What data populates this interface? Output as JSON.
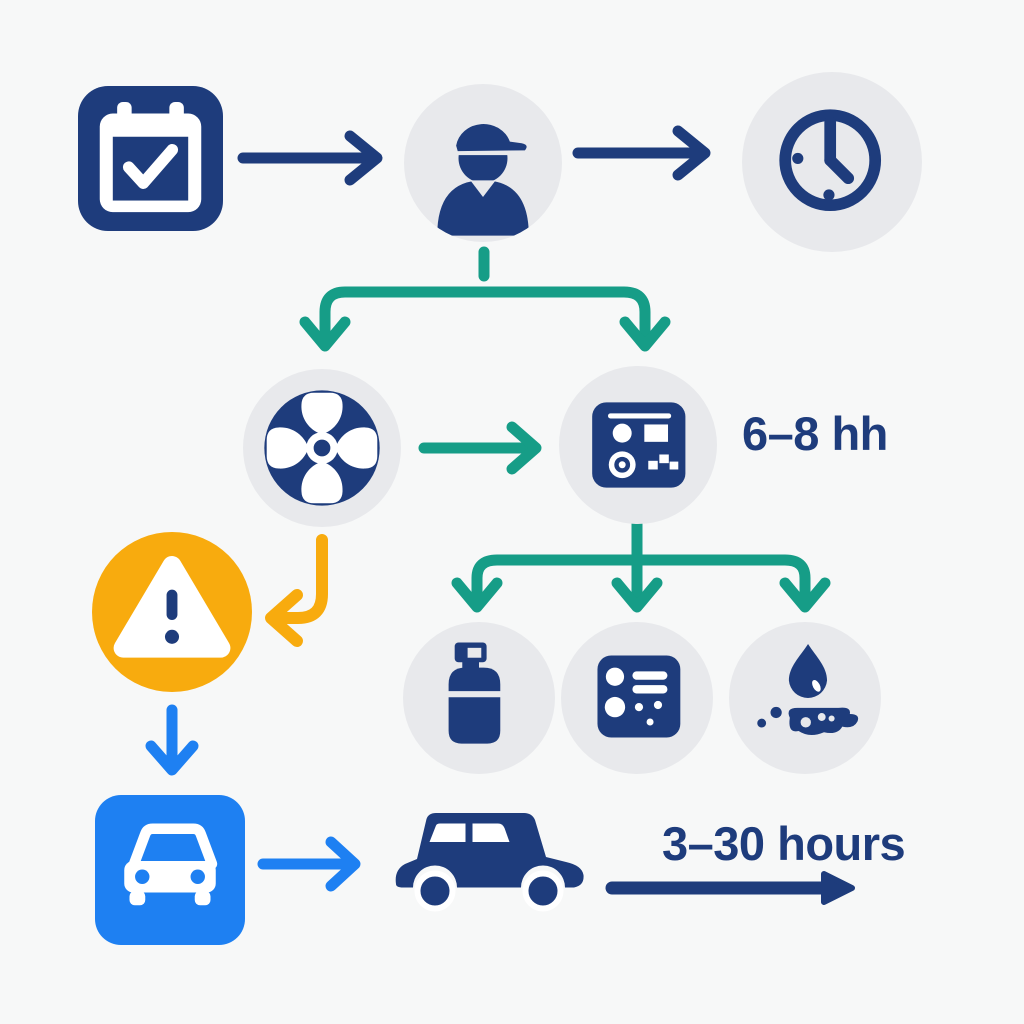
{
  "diagram_title": "service-process-flow",
  "colors": {
    "navy": "#1e3c7c",
    "teal": "#169d87",
    "yellow": "#f8ab0e",
    "blue": "#1e80f2",
    "gray": "#e8e9ec",
    "bg": "#f7f8f8",
    "white": "#ffffff"
  },
  "labels": {
    "panel_duration": "6–8 hh",
    "car_duration": "3–30 hours"
  },
  "nodes": [
    {
      "id": "scheduled-appointment",
      "icon": "calendar-check-icon",
      "shape": "rounded-square",
      "color": "navy"
    },
    {
      "id": "technician",
      "icon": "person-cap-icon",
      "shape": "circle",
      "color": "gray"
    },
    {
      "id": "waiting-time",
      "icon": "clock-icon",
      "shape": "circle",
      "color": "gray"
    },
    {
      "id": "blower-fan",
      "icon": "fan-icon",
      "shape": "circle",
      "color": "gray"
    },
    {
      "id": "equipment-panel",
      "icon": "control-panel-icon",
      "shape": "circle",
      "color": "gray",
      "label": "6–8 hh"
    },
    {
      "id": "warning",
      "icon": "warning-triangle-icon",
      "shape": "circle",
      "color": "yellow"
    },
    {
      "id": "spray-bottle",
      "icon": "spray-bottle-icon",
      "shape": "circle",
      "color": "gray"
    },
    {
      "id": "button-panel",
      "icon": "button-panel-icon",
      "shape": "circle",
      "color": "gray"
    },
    {
      "id": "water-spill",
      "icon": "water-drop-spill-icon",
      "shape": "circle",
      "color": "gray"
    },
    {
      "id": "car-sign",
      "icon": "car-front-icon",
      "shape": "rounded-square",
      "color": "blue"
    },
    {
      "id": "car",
      "icon": "car-side-icon",
      "shape": "plain",
      "color": "navy",
      "label": "3–30 hours"
    }
  ],
  "connectors": [
    {
      "from": "scheduled-appointment",
      "to": "technician",
      "style": "arrow",
      "color": "navy"
    },
    {
      "from": "technician",
      "to": "waiting-time",
      "style": "arrow",
      "color": "navy"
    },
    {
      "from": "technician",
      "to": [
        "blower-fan",
        "equipment-panel"
      ],
      "style": "branch",
      "color": "teal"
    },
    {
      "from": "blower-fan",
      "to": "equipment-panel",
      "style": "arrow",
      "color": "teal"
    },
    {
      "from": "equipment-panel",
      "to": [
        "spray-bottle",
        "button-panel",
        "water-spill"
      ],
      "style": "branch",
      "color": "teal"
    },
    {
      "from": "blower-fan",
      "to": "warning",
      "style": "elbow-arrow",
      "color": "yellow"
    },
    {
      "from": "warning",
      "to": "car-sign",
      "style": "arrow",
      "color": "blue"
    },
    {
      "from": "car-sign",
      "to": "car",
      "style": "arrow",
      "color": "blue"
    },
    {
      "from": "car",
      "to": null,
      "style": "timeline-arrow",
      "color": "navy",
      "label": "3–30 hours"
    }
  ]
}
